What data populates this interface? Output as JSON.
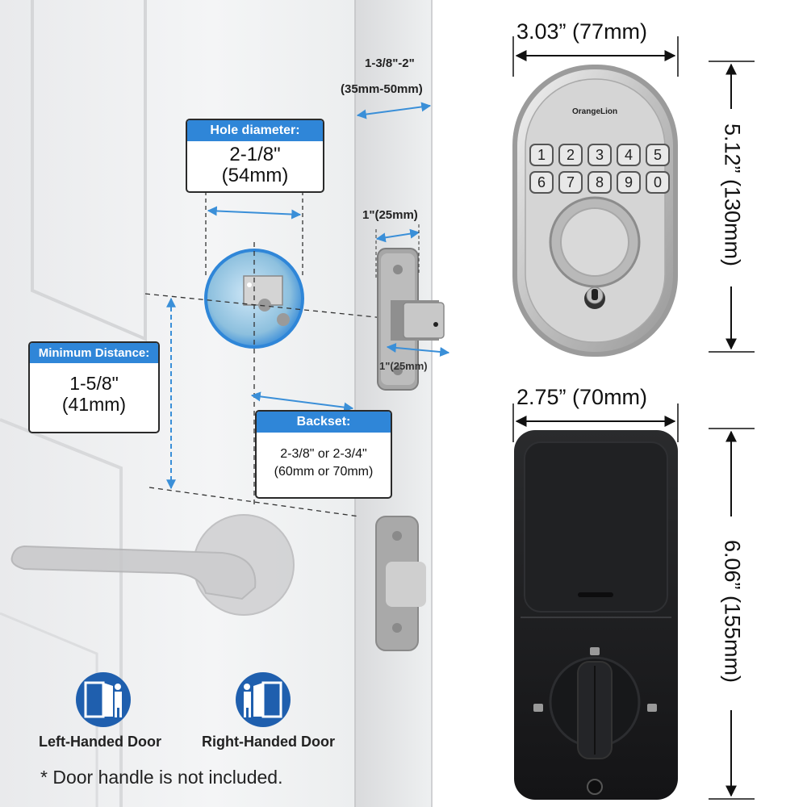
{
  "hole_diameter": {
    "title": "Hole diameter:",
    "line1": "2-1/8\"",
    "line2": "(54mm)"
  },
  "min_distance": {
    "title": "Minimum Distance:",
    "line1": "1-5/8\"",
    "line2": "(41mm)"
  },
  "backset": {
    "title": "Backset:",
    "line1": "2-3/8\" or 2-3/4\"",
    "line2": "(60mm or 70mm)"
  },
  "door_thickness": {
    "line1": "1-3/8\"-2\"",
    "line2": "(35mm-50mm)"
  },
  "latch_width": "1\"(25mm)",
  "latch_depth": "1\"(25mm)",
  "keypad": {
    "brand": "OrangeLion",
    "keys_row1": [
      "1",
      "2",
      "3",
      "4",
      "5"
    ],
    "keys_row2": [
      "6",
      "7",
      "8",
      "9",
      "0"
    ],
    "width_label": "3.03” (77mm)",
    "height_label": "5.12” (130mm)"
  },
  "interior": {
    "width_label": "2.75” (70mm)",
    "height_label": "6.06” (155mm)"
  },
  "doors": {
    "left_label": "Left-Handed Door",
    "right_label": "Right-Handed Door"
  },
  "note": "* Door handle is not included.",
  "colors": {
    "accent": "#2f86d8",
    "icon_blue": "#1f5fae",
    "lock_black": "#1c1c1e",
    "satin": "#c9c9c9"
  }
}
